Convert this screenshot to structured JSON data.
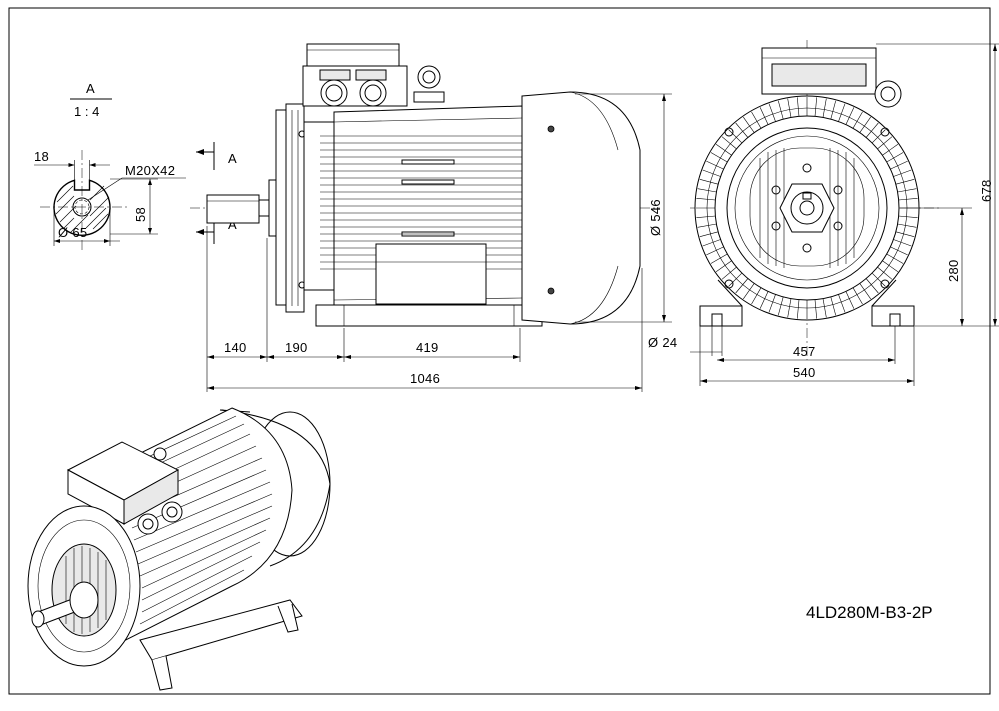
{
  "drawing": {
    "model_code": "4LD280M-B3-2P",
    "section": {
      "title": "A",
      "scale": "1 : 4",
      "cut_mark": "A"
    },
    "shaft_section": {
      "key_width": "18",
      "thread": "M20X42",
      "depth": "58",
      "diameter": "Ø  65"
    },
    "side_view": {
      "height": "Ø  546",
      "dims": [
        "140",
        "190",
        "419"
      ],
      "overall_length": "1046"
    },
    "front_view": {
      "hole_diameter": "Ø  24",
      "axis_height": "280",
      "total_height": "678",
      "foot_span": "457",
      "base_width": "540"
    }
  }
}
